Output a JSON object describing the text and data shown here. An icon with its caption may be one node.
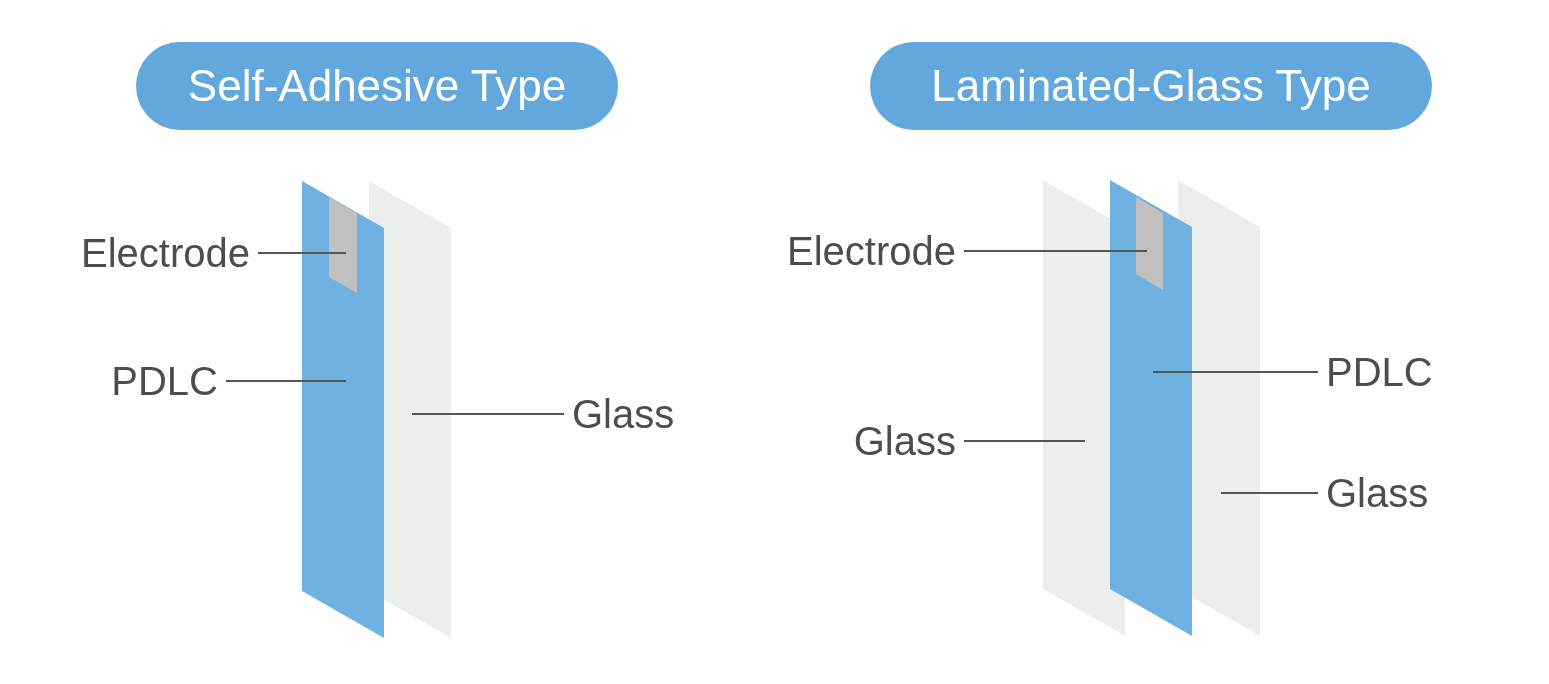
{
  "diagram": {
    "nodes": [
      {
        "text": [
          "Self-Adhesive Type"
        ]
      },
      {
        "text": [
          "Laminated-Glass Type"
        ]
      },
      {
        "text": [
          "Electrode"
        ]
      },
      {
        "text": [],
        "shape": "box"
      },
      {
        "text": [],
        "shape": "box",
        "in": 3
      },
      {
        "text": [
          "PDLC"
        ]
      },
      {
        "text": [
          "Glass"
        ]
      },
      {
        "text": [],
        "shape": "box"
      },
      {
        "text": [
          "Electrode"
        ]
      },
      {
        "text": [],
        "shape": "box"
      },
      {
        "text": [],
        "shape": "box"
      },
      {
        "text": [],
        "shape": "box",
        "in": 10
      },
      {
        "text": [
          "PDLC"
        ]
      },
      {
        "text": [
          "Glass"
        ]
      },
      {
        "text": [
          "Glass"
        ]
      },
      {
        "text": [],
        "shape": "box"
      }
    ],
    "edges": [
      {
        "from": 2,
        "to": 4,
        "arrow": "none"
      },
      {
        "from": 5,
        "to": 3,
        "arrow": "none"
      },
      {
        "from": 6,
        "to": 7,
        "arrow": "none"
      },
      {
        "from": 8,
        "to": 11,
        "arrow": "none"
      },
      {
        "from": 12,
        "to": 10,
        "arrow": "none"
      },
      {
        "from": 13,
        "to": 9,
        "arrow": "none"
      },
      {
        "from": 14,
        "to": 15,
        "arrow": "none"
      }
    ]
  }
}
